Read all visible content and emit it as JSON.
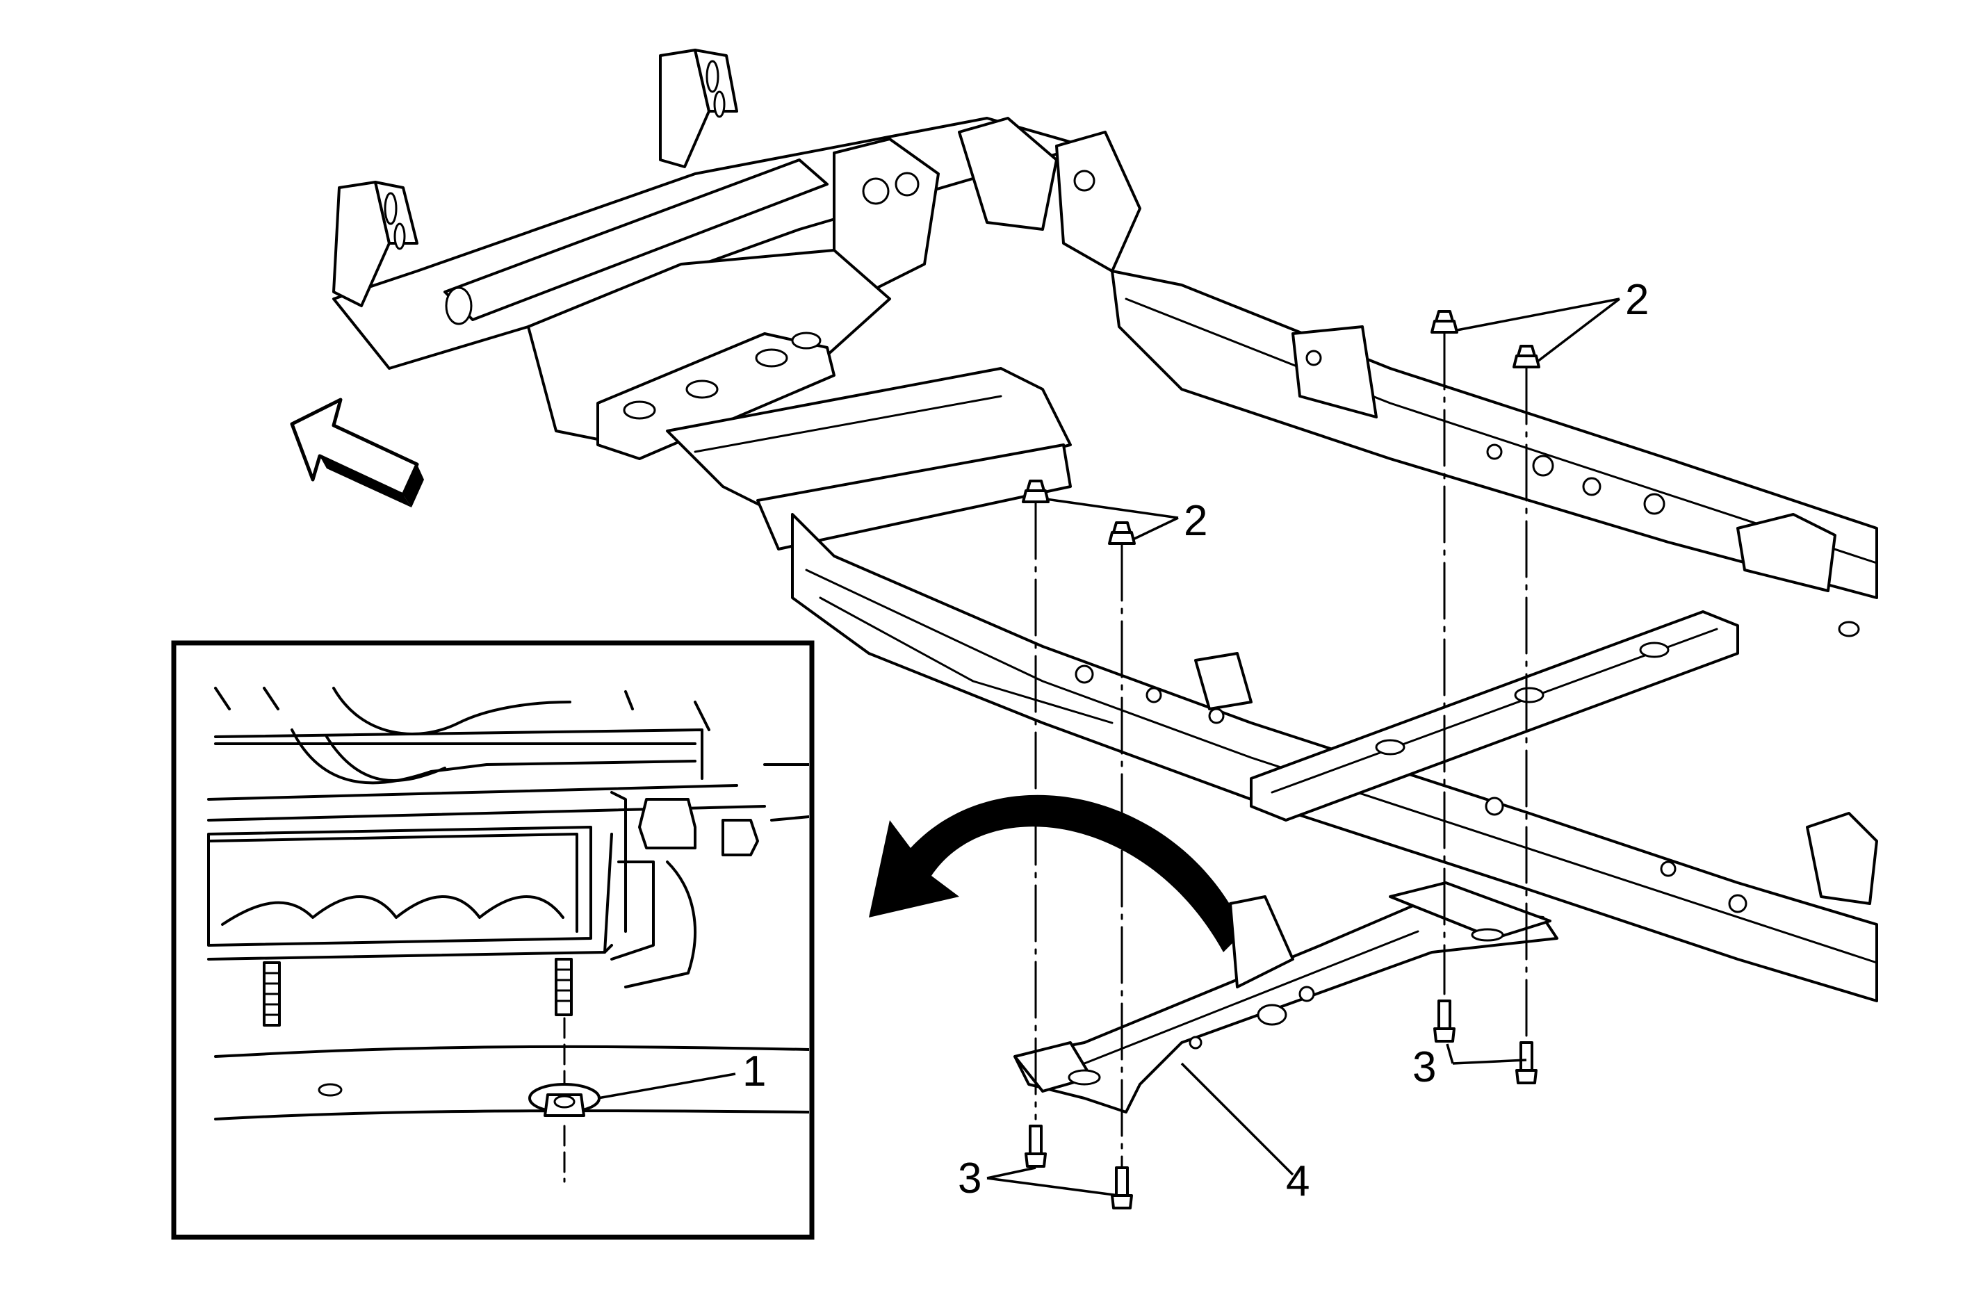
{
  "callouts": {
    "c1": "1",
    "c2_upper": "2",
    "c2_lower": "2",
    "c3_right": "3",
    "c3_left": "3",
    "c4": "4"
  },
  "icons": {
    "direction_arrow": "front-direction-arrow-icon",
    "rotation_arrow": "rotate-removal-arrow-icon"
  },
  "colors": {
    "line": "#000000",
    "background": "#ffffff"
  }
}
